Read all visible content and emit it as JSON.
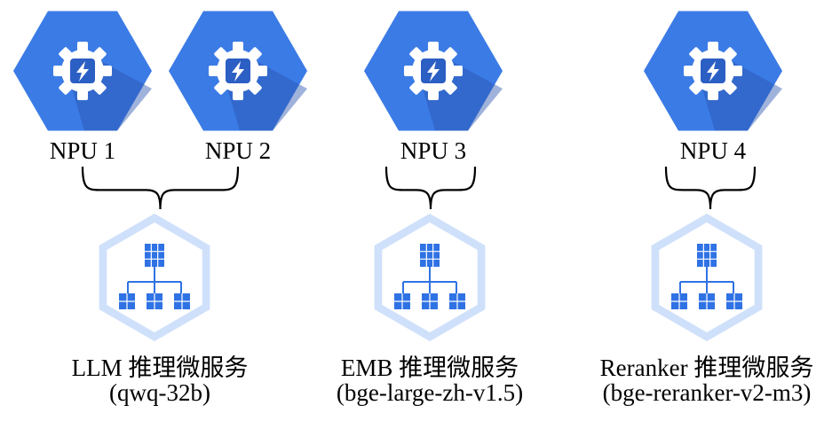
{
  "npus": [
    {
      "label": "NPU 1",
      "icon": "npu-chip-icon"
    },
    {
      "label": "NPU 2",
      "icon": "npu-chip-icon"
    },
    {
      "label": "NPU 3",
      "icon": "npu-chip-icon"
    },
    {
      "label": "NPU 4",
      "icon": "npu-chip-icon"
    }
  ],
  "services": [
    {
      "name": "LLM 推理微服务",
      "model": "(qwq-32b)",
      "icon": "hierarchy-service-icon"
    },
    {
      "name": "EMB 推理微服务",
      "model": "(bge-large-zh-v1.5)",
      "icon": "hierarchy-service-icon"
    },
    {
      "name": "Reranker 推理微服务",
      "model": "(bge-reranker-v2-m3)",
      "icon": "hierarchy-service-icon"
    }
  ],
  "colors": {
    "npu_hex": "#3b7be6",
    "npu_hex_dark": "#2c5fc4",
    "npu_shadow": "#2a55b0",
    "chip": "#ffffff",
    "svc_outer": "#cfe0fb",
    "svc_inner": "#ffffff",
    "svc_icon": "#2f72e4",
    "brace": "#000000"
  }
}
